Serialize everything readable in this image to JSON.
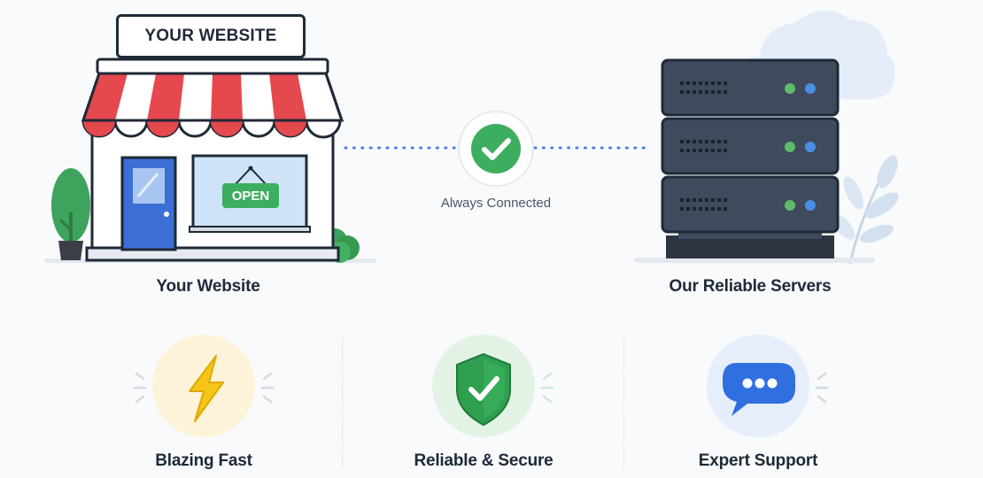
{
  "store": {
    "sign_text": "YOUR WEBSITE",
    "open_sign": "OPEN",
    "caption": "Your Website"
  },
  "connection": {
    "caption": "Always Connected"
  },
  "servers": {
    "caption": "Our Reliable Servers"
  },
  "features": [
    {
      "label": "Blazing Fast",
      "icon": "lightning-icon"
    },
    {
      "label": "Reliable & Secure",
      "icon": "shield-check-icon"
    },
    {
      "label": "Expert Support",
      "icon": "chat-bubble-icon"
    }
  ],
  "colors": {
    "awning_red": "#e5484d",
    "door_blue": "#3b6fd4",
    "green": "#3dae5f",
    "server_dark": "#3f4a5c",
    "dot_blue": "#4b7be5",
    "bolt_yellow": "#f5c518",
    "chat_blue": "#2f6fdf"
  }
}
